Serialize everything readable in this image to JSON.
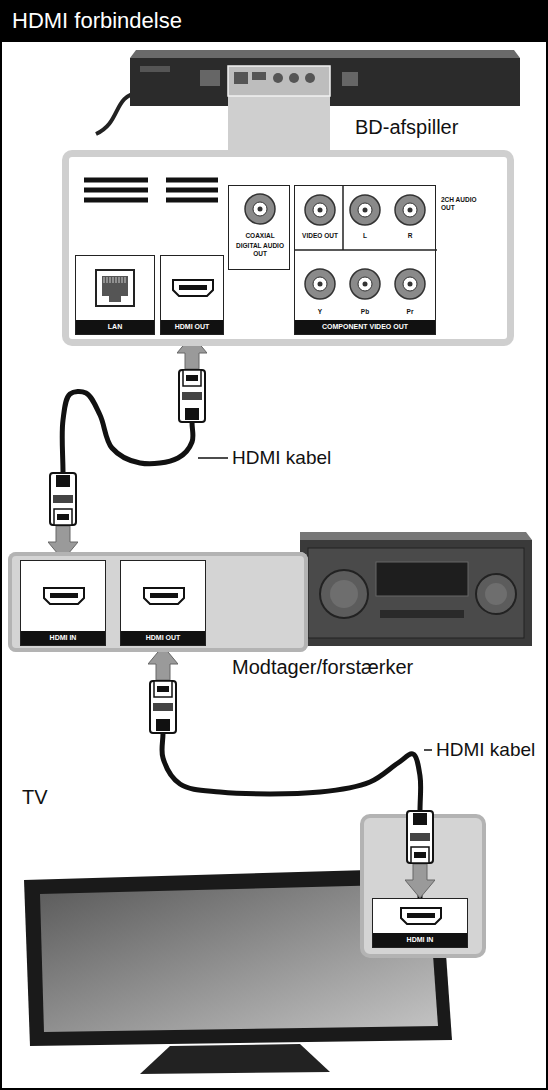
{
  "diagram": {
    "title": "HDMI forbindelse",
    "nodes": [
      {
        "text": [
          "BD-afspiller"
        ]
      },
      {
        "text": [
          "LAN"
        ],
        "in": 0
      },
      {
        "text": [
          "HDMI OUT"
        ],
        "in": 0
      },
      {
        "text": [
          "COAXIAL",
          "DIGITAL AUDIO OUT"
        ],
        "in": 0
      },
      {
        "text": [
          "VIDEO OUT",
          "L",
          "R",
          "Y",
          "Pb",
          "Pr",
          "COMPONENT VIDEO OUT"
        ],
        "in": 0
      },
      {
        "text": [
          "Modtager/forstærker"
        ]
      },
      {
        "text": [
          "HDMI IN"
        ],
        "in": 5
      },
      {
        "text": [
          "HDMI OUT"
        ],
        "in": 5
      },
      {
        "text": [
          "HDMI IN"
        ]
      }
    ],
    "edges": [
      {
        "from": 2,
        "to": 6,
        "arrow": "both",
        "label": "HDMI kabel"
      },
      {
        "from": 7,
        "to": 8,
        "arrow": "both",
        "label": "HDMI kabel"
      }
    ],
    "labels": [
      "2CH AUDIO OUT",
      "TV"
    ]
  }
}
